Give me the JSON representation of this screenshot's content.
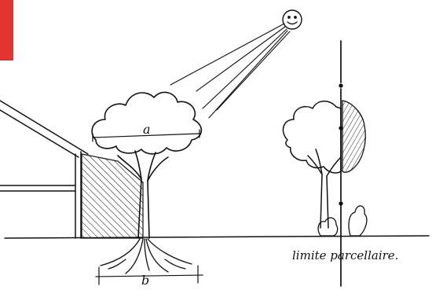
{
  "annotations": {
    "crown_width": "a",
    "root_width": "b",
    "boundary_label": "limite parcellaire."
  },
  "colors": {
    "ink": "#111111",
    "accent": "#e3342f",
    "background": "#ffffff"
  }
}
